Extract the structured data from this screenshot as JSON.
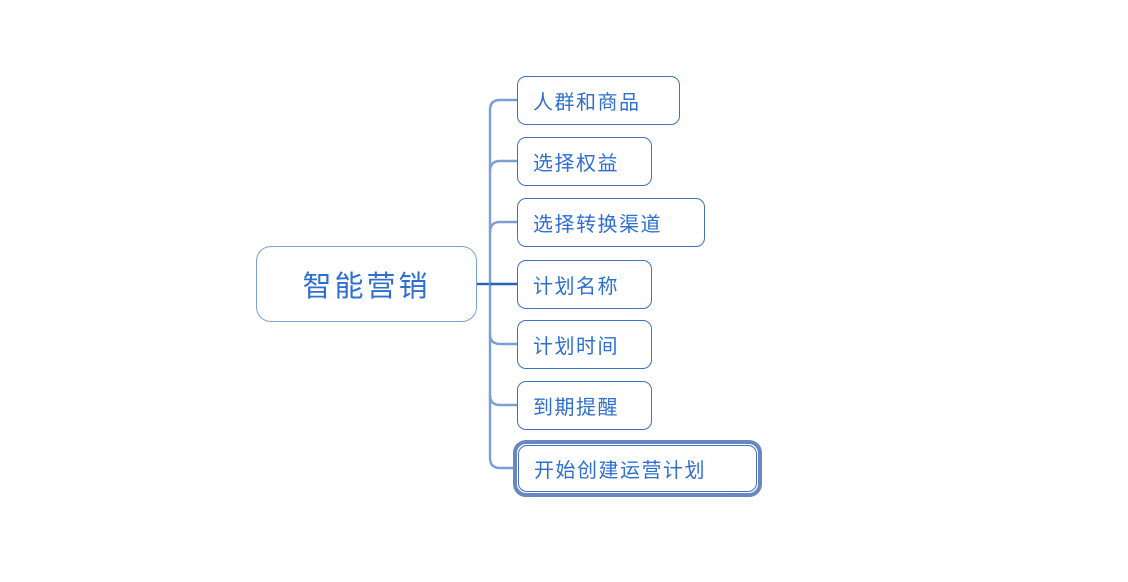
{
  "diagram": {
    "type": "mindmap",
    "title": "智能营销",
    "orientation": "left-to-right",
    "background_color": "#ffffff",
    "node_text_color": "#2f6fd0",
    "node_border_color": "#3e72c4",
    "root_border_color": "#7ba0d6",
    "connector_color": "#7b9fd4",
    "connector_accent_color": "#2463b5",
    "selection_ring_color": "#6b87c1"
  },
  "root": {
    "label": "智能营销"
  },
  "children": [
    {
      "label": "人群和商品",
      "selected": false
    },
    {
      "label": "选择权益",
      "selected": false
    },
    {
      "label": "选择转换渠道",
      "selected": false
    },
    {
      "label": "计划名称",
      "selected": false
    },
    {
      "label": "计划时间",
      "selected": false
    },
    {
      "label": "到期提醒",
      "selected": false
    },
    {
      "label": "开始创建运营计划",
      "selected": true
    }
  ]
}
